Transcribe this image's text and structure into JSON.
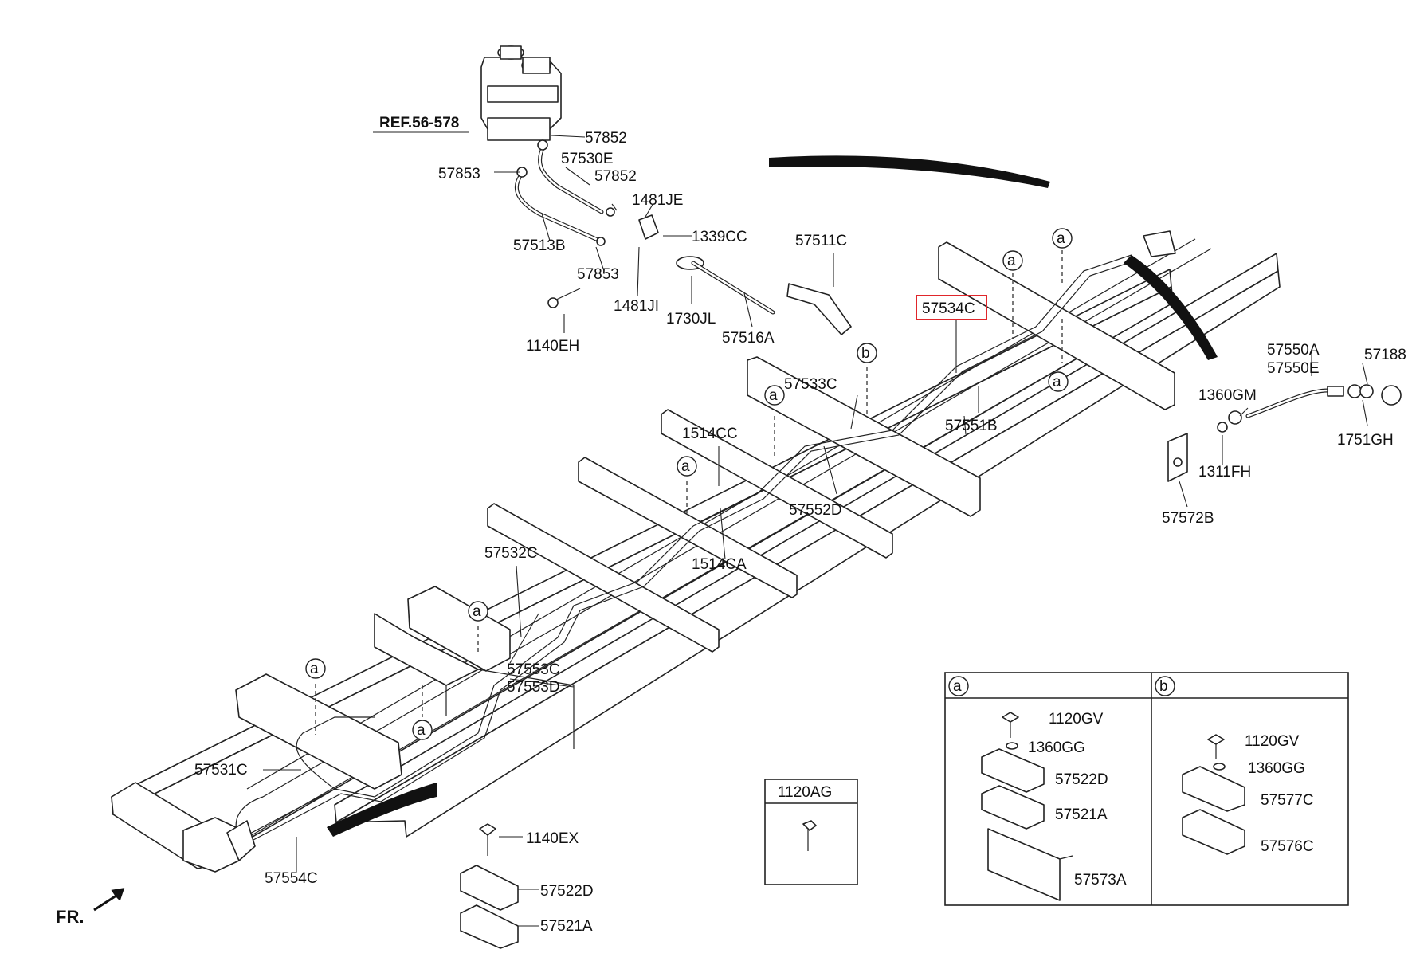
{
  "diagram": {
    "ref_label": "REF.56-578",
    "front_label": "FR.",
    "highlighted_part": "57534C",
    "highlight_color": "#e0262b",
    "part_labels": {
      "p57852a": "57852",
      "p57530E": "57530E",
      "p57853a": "57853",
      "p57852b": "57852",
      "p1481JE": "1481JE",
      "p1339CC": "1339CC",
      "p57511C": "57511C",
      "p57513B": "57513B",
      "p57853b": "57853",
      "p1481JI": "1481JI",
      "p1730JL": "1730JL",
      "p57516A": "57516A",
      "p1140EH": "1140EH",
      "p57534C": "57534C",
      "p57533C": "57533C",
      "p57551B": "57551B",
      "p1514CC": "1514CC",
      "p57552D": "57552D",
      "p57532C": "57532C",
      "p1514CA": "1514CA",
      "p57553C": "57553C",
      "p57553D": "57553D",
      "p57531C": "57531C",
      "p57554C": "57554C",
      "p57550A": "57550A",
      "p57550E": "57550E",
      "p57188": "57188",
      "p1360GM": "1360GM",
      "p1751GH": "1751GH",
      "p1311FH": "1311FH",
      "p57572B": "57572B",
      "p1140EX": "1140EX",
      "p57522D_l": "57522D",
      "p57521A_l": "57521A"
    },
    "callout_letters": {
      "a": "a",
      "b": "b"
    },
    "box_1120AG": {
      "title": "1120AG"
    },
    "detail_box": {
      "a_header": "a",
      "b_header": "b",
      "a_items": [
        "1120GV",
        "1360GG",
        "57522D",
        "57521A",
        "57573A"
      ],
      "b_items": [
        "1120GV",
        "1360GG",
        "57577C",
        "57576C"
      ]
    }
  }
}
